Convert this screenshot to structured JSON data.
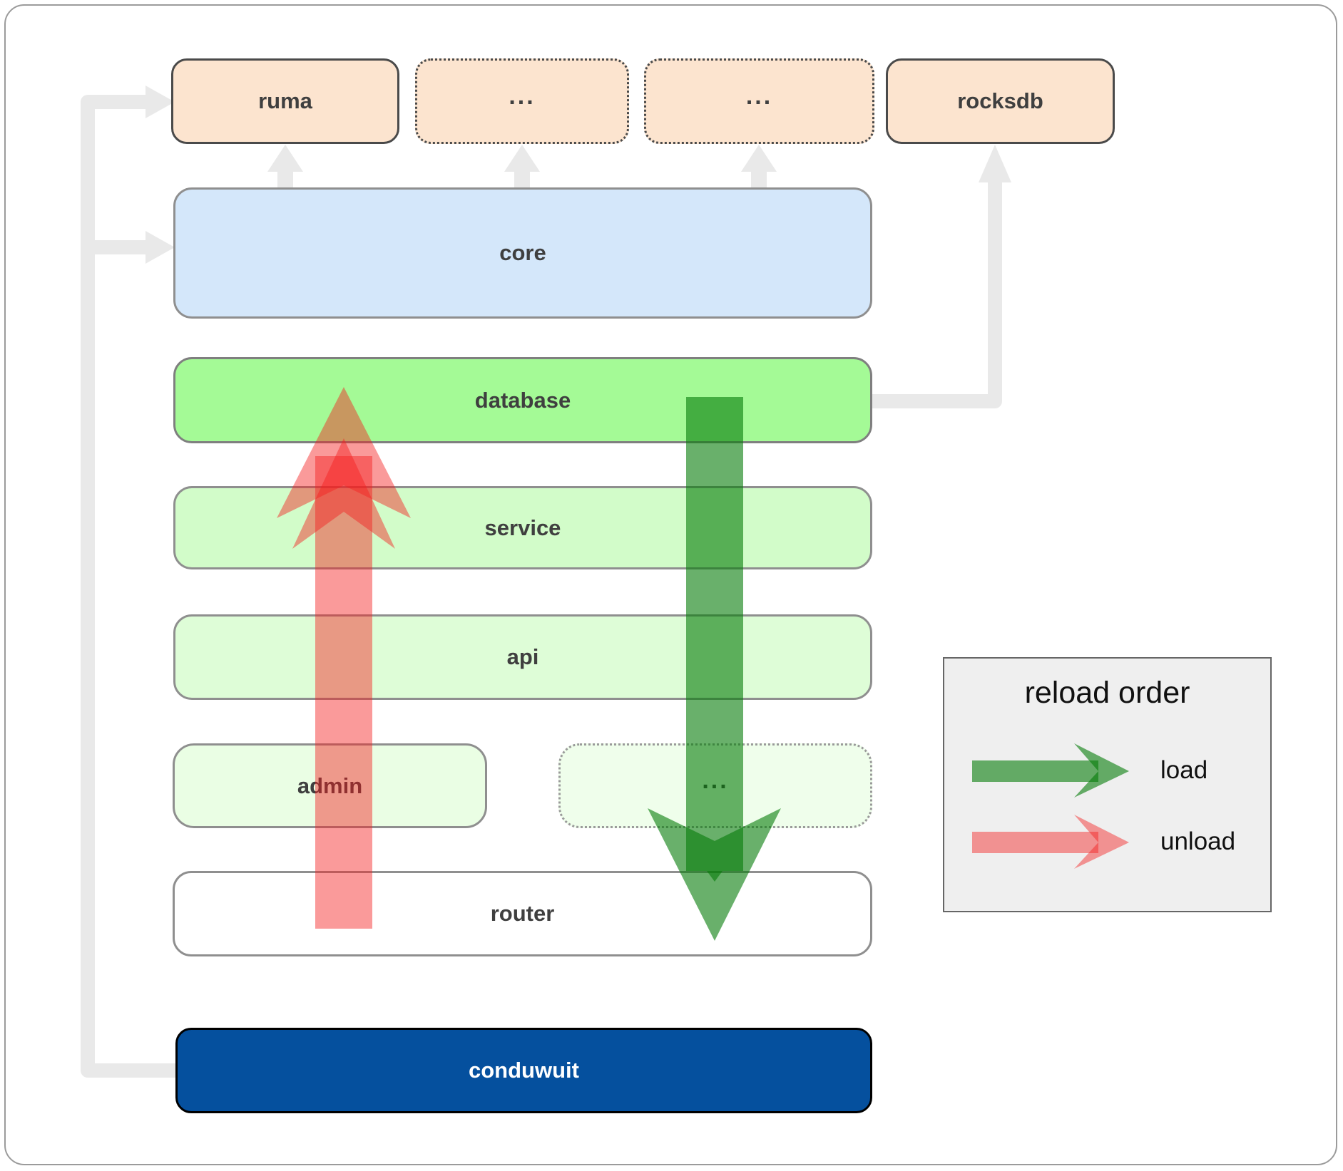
{
  "nodes": {
    "ruma": {
      "label": "ruma"
    },
    "module_dots_1": {
      "label": "..."
    },
    "module_dots_2": {
      "label": "..."
    },
    "rocksdb": {
      "label": "rocksdb"
    },
    "core": {
      "label": "core"
    },
    "database": {
      "label": "database"
    },
    "service": {
      "label": "service"
    },
    "api": {
      "label": "api"
    },
    "admin": {
      "label": "admin"
    },
    "service_dots": {
      "label": "..."
    },
    "router": {
      "label": "router"
    },
    "conduwuit": {
      "label": "conduwuit"
    }
  },
  "legend": {
    "title": "reload order",
    "items": [
      {
        "icon": "load-arrow-icon",
        "label": "load",
        "color": "#2e9434"
      },
      {
        "icon": "unload-arrow-icon",
        "label": "unload",
        "color": "#f4605c"
      }
    ]
  },
  "colors": {
    "module_fill": "#fce4cf",
    "core_fill": "#d4e7fa",
    "database_fill": "#a4fa96",
    "service_fill": "#d2fcc9",
    "api_fill": "#defdd7",
    "admin_fill": "#eafee4",
    "router_fill": "#ffffff",
    "conduwuit_fill": "#05509e",
    "connector_gray": "#e9e9e9",
    "load_green": "rgba(5,123,9,0.6)",
    "unload_red": "rgba(244,32,32,0.45)"
  }
}
